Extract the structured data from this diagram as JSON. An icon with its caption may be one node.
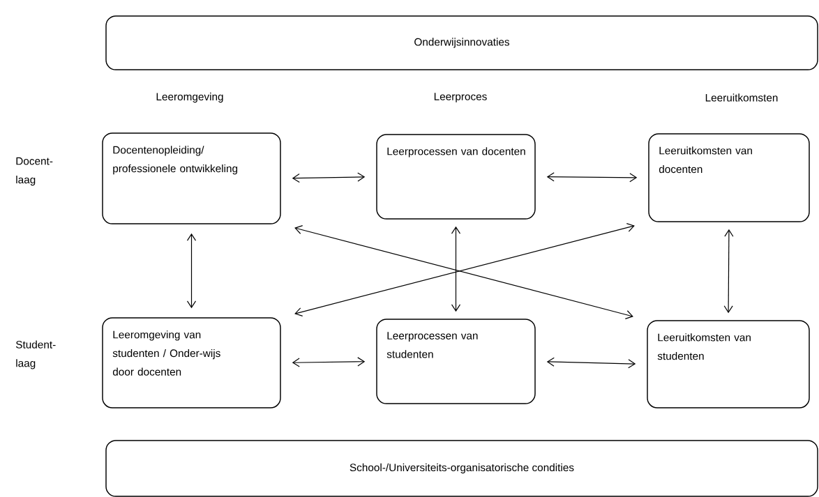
{
  "diagram": {
    "nodes": [
      {
        "text": [
          "Onderwijsinnovaties"
        ]
      },
      {
        "text": [
          "Docentenopleiding/ professionele ontwikkeling"
        ]
      },
      {
        "text": [
          "Leerprocessen van docenten"
        ]
      },
      {
        "text": [
          "Leeruitkomsten van docenten"
        ]
      },
      {
        "text": [
          "Leeromgeving van studenten / Onder-wijs door docenten"
        ]
      },
      {
        "text": [
          "Leerprocessen van studenten"
        ]
      },
      {
        "text": [
          "Leeruitkomsten van studenten"
        ]
      },
      {
        "text": [
          "School-/Universiteits-organisatorische condities"
        ]
      }
    ],
    "edges": [
      {
        "from": 1,
        "to": 2,
        "arrow": "both"
      },
      {
        "from": 2,
        "to": 3,
        "arrow": "both"
      },
      {
        "from": 1,
        "to": 4,
        "arrow": "both"
      },
      {
        "from": 2,
        "to": 5,
        "arrow": "both"
      },
      {
        "from": 3,
        "to": 6,
        "arrow": "both"
      },
      {
        "from": 1,
        "to": 6,
        "arrow": "both"
      },
      {
        "from": 4,
        "to": 3,
        "arrow": "both"
      },
      {
        "from": 4,
        "to": 5,
        "arrow": "both"
      },
      {
        "from": 5,
        "to": 6,
        "arrow": "both"
      }
    ],
    "labels": [
      "Leeromgeving",
      "Leerproces",
      "Leeruitkomsten",
      "Docent-laag",
      "Student-laag"
    ]
  }
}
